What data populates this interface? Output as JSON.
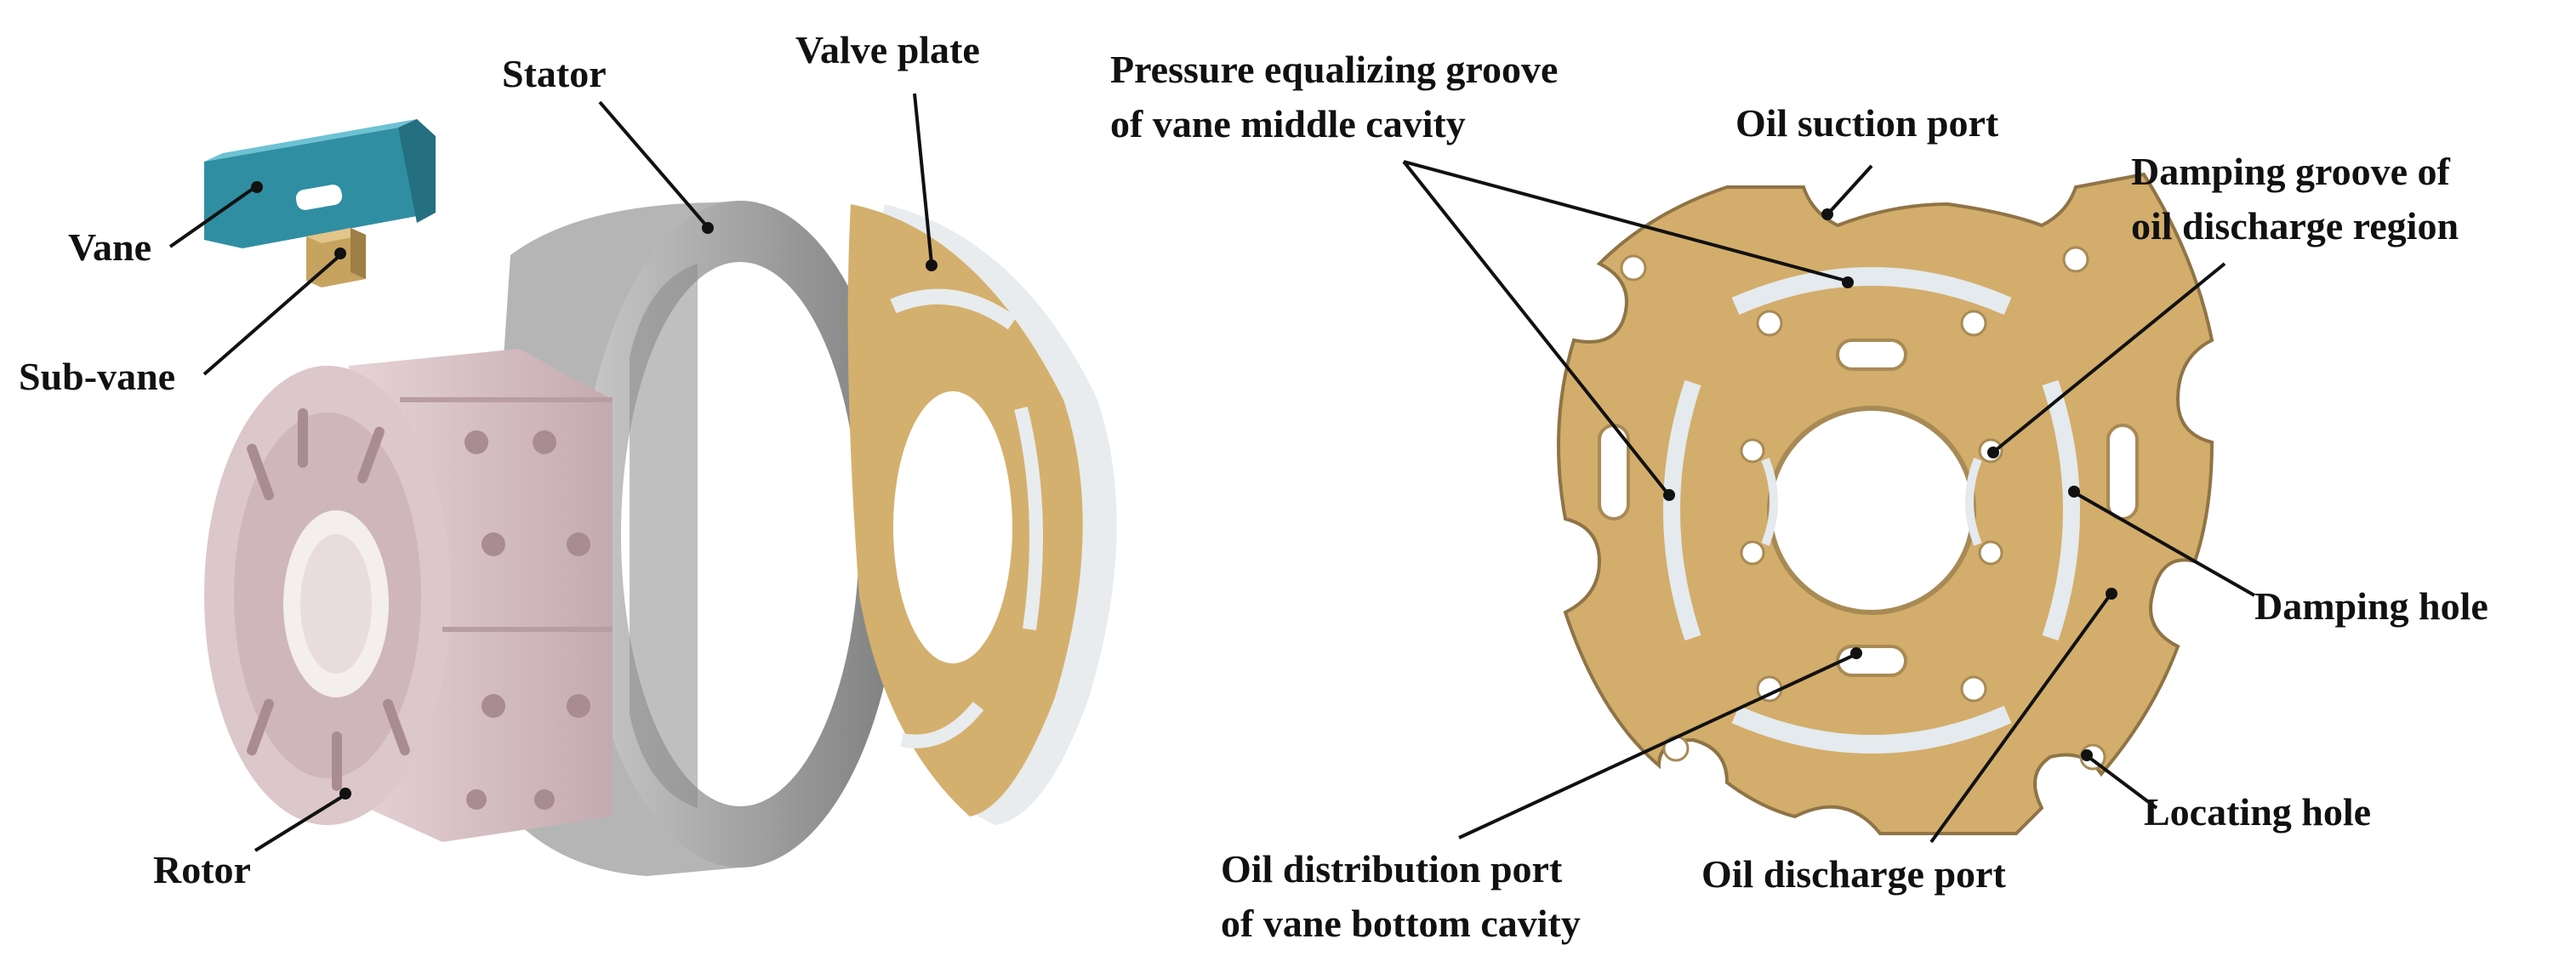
{
  "labels": {
    "vane": "Vane",
    "sub_vane": "Sub-vane",
    "stator": "Stator",
    "valve_plate": "Valve plate",
    "rotor": "Rotor",
    "pressure_groove_l1": "Pressure equalizing groove",
    "pressure_groove_l2": "of vane middle cavity",
    "oil_suction_port": "Oil suction port",
    "damping_groove_l1": "Damping groove of",
    "damping_groove_l2": "oil discharge region",
    "damping_hole": "Damping hole",
    "locating_hole": "Locating hole",
    "oil_discharge_port": "Oil discharge port",
    "oil_distribution_l1": "Oil distribution port",
    "oil_distribution_l2": "of vane bottom cavity"
  },
  "colors": {
    "vane": "#3a9cb0",
    "sub_vane": "#c9a964",
    "rotor": "#d6bfc4",
    "stator": "#9a9a9a",
    "valve_plate": "#d4b06e",
    "groove": "#e4eaee",
    "leader": "#111111"
  }
}
